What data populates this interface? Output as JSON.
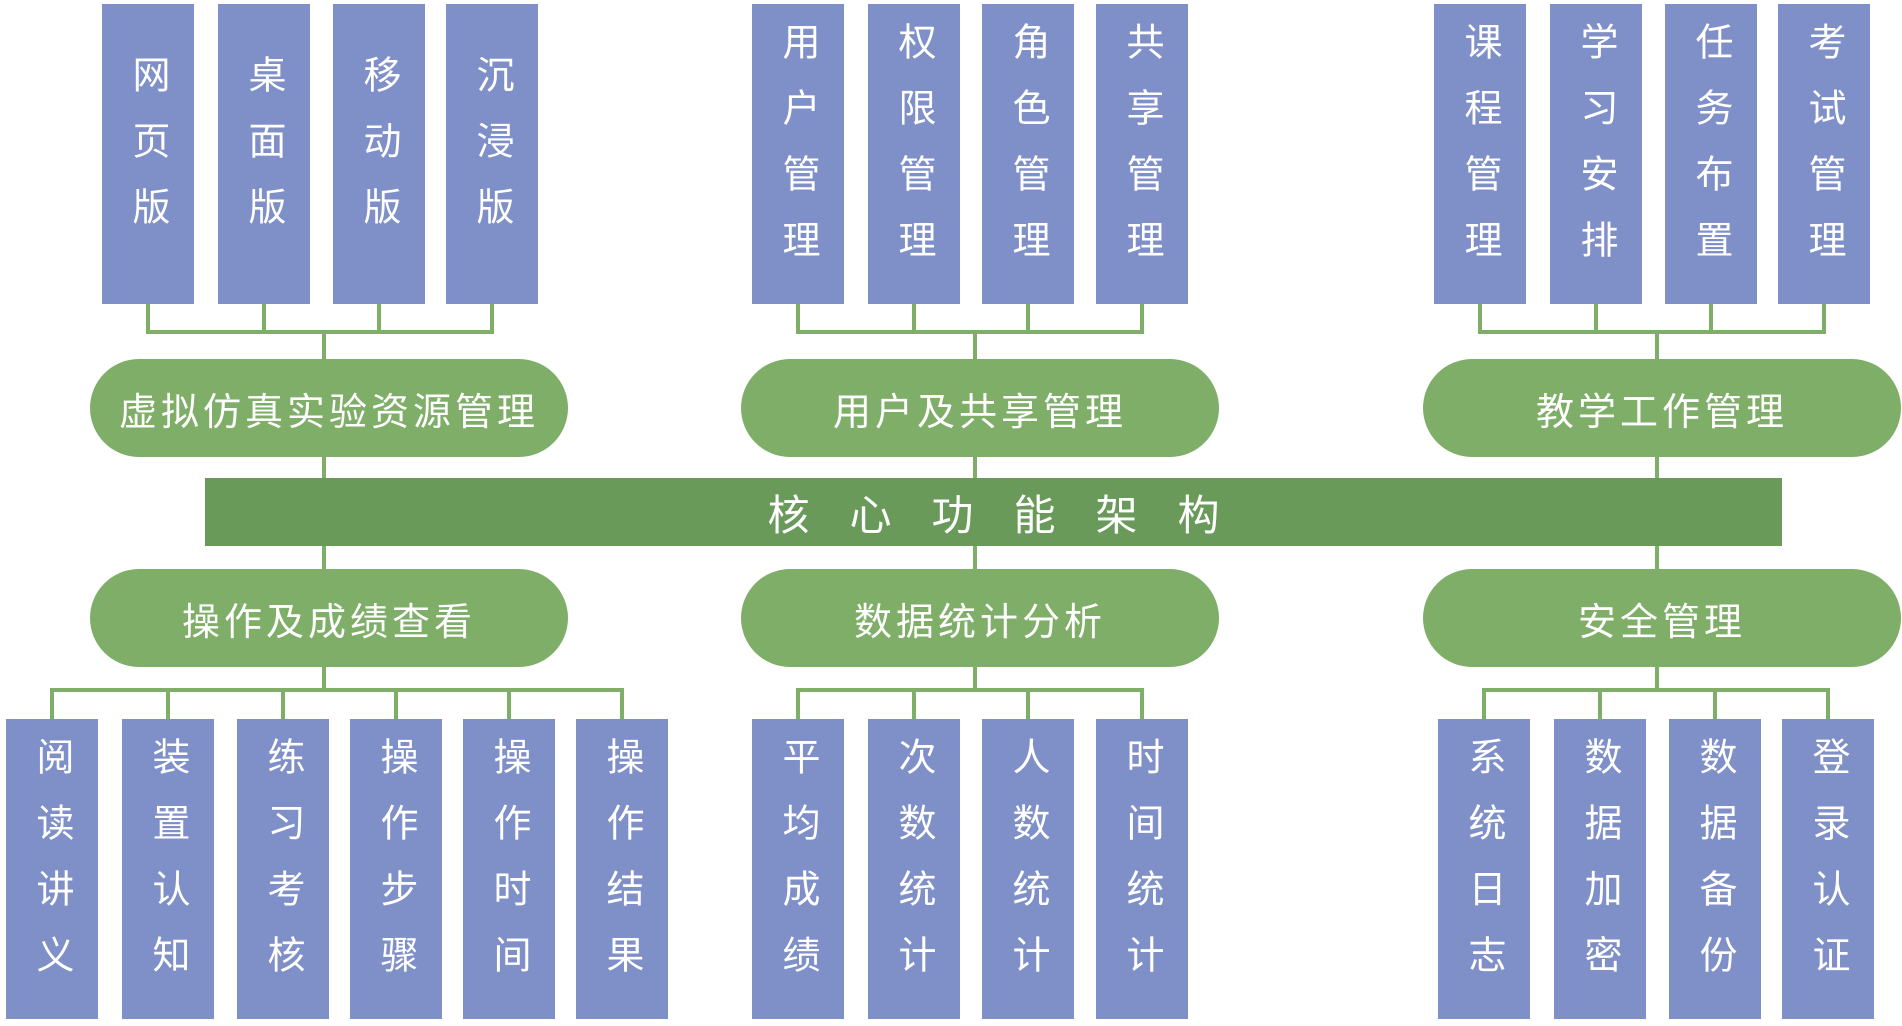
{
  "core": {
    "label": "核心功能架构"
  },
  "groups": [
    {
      "id": "vr",
      "position": "top",
      "label": "虚拟仿真实验资源管理",
      "items": [
        "网页版",
        "桌面版",
        "移动版",
        "沉浸版"
      ]
    },
    {
      "id": "user",
      "position": "top",
      "label": "用户及共享管理",
      "items": [
        "用户管理",
        "权限管理",
        "角色管理",
        "共享管理"
      ]
    },
    {
      "id": "teach",
      "position": "top",
      "label": "教学工作管理",
      "items": [
        "课程管理",
        "学习安排",
        "任务布置",
        "考试管理"
      ]
    },
    {
      "id": "ops",
      "position": "bottom",
      "label": "操作及成绩查看",
      "items": [
        "阅读讲义",
        "装置认知",
        "练习考核",
        "操作步骤",
        "操作时间",
        "操作结果"
      ]
    },
    {
      "id": "stats",
      "position": "bottom",
      "label": "数据统计分析",
      "items": [
        "平均成绩",
        "次数统计",
        "人数统计",
        "时间统计"
      ]
    },
    {
      "id": "security",
      "position": "bottom",
      "label": "安全管理",
      "items": [
        "系统日志",
        "数据加密",
        "数据备份",
        "登录认证"
      ]
    }
  ],
  "colors": {
    "leaf": "#7f8fc8",
    "pill": "#7fae68",
    "bar": "#6a9a5a",
    "line": "#7fae68"
  }
}
